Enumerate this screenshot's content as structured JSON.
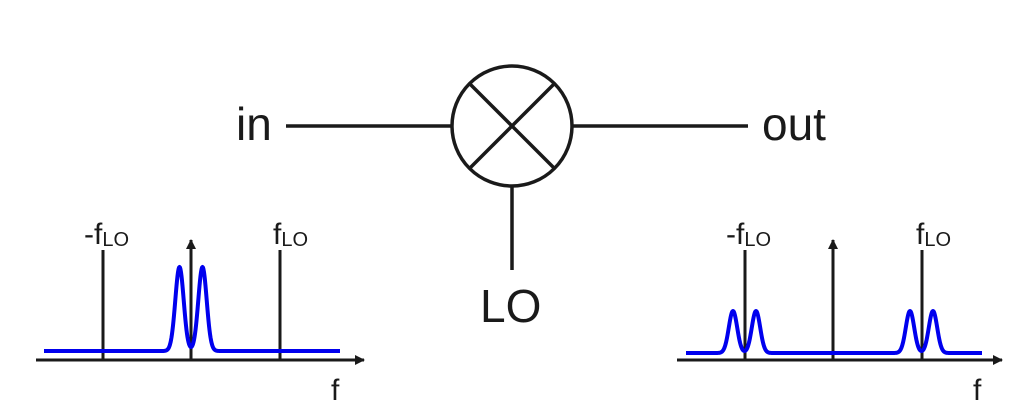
{
  "mixer": {
    "input_label": "in",
    "output_label": "out",
    "lo_label": "LO"
  },
  "spectra": {
    "input": {
      "axis_label": "f",
      "neg_lo_prefix": "-f",
      "neg_lo_sub": "LO",
      "pos_lo_prefix": "f",
      "pos_lo_sub": "LO",
      "signal_color": "#0000ee",
      "signal_centers": [
        0
      ],
      "lo_marker_positions": [
        -1,
        1
      ],
      "origin_arrow": true
    },
    "output": {
      "axis_label": "f",
      "neg_lo_prefix": "-f",
      "neg_lo_sub": "LO",
      "pos_lo_prefix": "f",
      "pos_lo_sub": "LO",
      "signal_color": "#0000ee",
      "signal_centers": [
        -1,
        1
      ],
      "lo_marker_positions": [
        -1,
        1
      ],
      "origin_arrow": true
    }
  }
}
